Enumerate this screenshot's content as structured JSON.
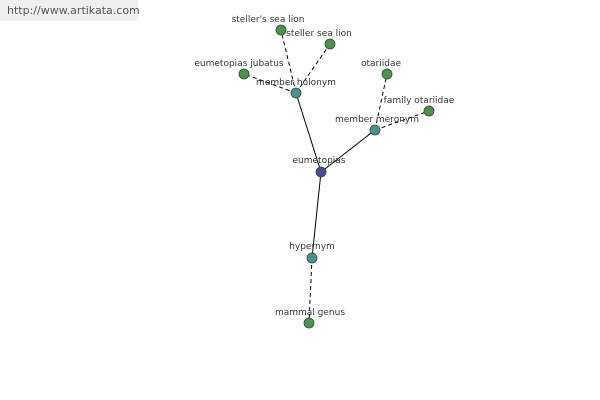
{
  "watermark": {
    "url": "http://www.artikata.com"
  },
  "colors": {
    "leaf": "#4f8f4f",
    "relation": "#4f8f8f",
    "center": "#4a4a99",
    "edge": "#000000"
  },
  "graph": {
    "center": {
      "id": "eumetopias",
      "label": "eumetopias"
    },
    "relations": [
      {
        "id": "member-holonym",
        "label": "member holonym",
        "children": [
          {
            "id": "stellers-sea-lion",
            "label": "steller's sea lion"
          },
          {
            "id": "steller-sea-lion",
            "label": "steller sea lion"
          },
          {
            "id": "eumetopias-jubatus",
            "label": "eumetopias jubatus"
          }
        ]
      },
      {
        "id": "member-meronym",
        "label": "member meronym",
        "children": [
          {
            "id": "otariidae",
            "label": "otariidae"
          },
          {
            "id": "family-otariidae",
            "label": "family otariidae"
          }
        ]
      },
      {
        "id": "hypernym",
        "label": "hypernym",
        "children": [
          {
            "id": "mammal-genus",
            "label": "mammal genus"
          }
        ]
      }
    ]
  }
}
